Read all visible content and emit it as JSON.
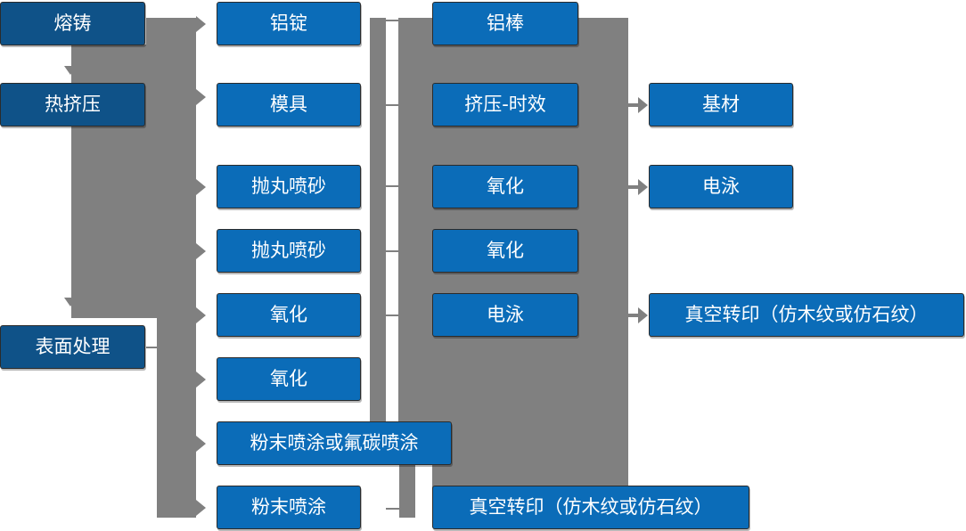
{
  "diagram": {
    "type": "flowchart",
    "title": "",
    "colors": {
      "stage_box": "#0F5288",
      "process_box": "#0B6CB8",
      "connector": "#808080",
      "box_text": "#FFFFFF",
      "background": "#FFFFFF"
    },
    "stages": [
      {
        "id": "stage-1",
        "label": "熔铸"
      },
      {
        "id": "stage-2",
        "label": "热挤压"
      },
      {
        "id": "stage-3",
        "label": "表面处理"
      }
    ],
    "column_materials": [
      {
        "id": "mat-1",
        "label": "铝锭"
      },
      {
        "id": "mat-2",
        "label": "模具"
      },
      {
        "id": "mat-3",
        "label": "抛丸喷砂"
      },
      {
        "id": "mat-4",
        "label": "抛丸喷砂"
      },
      {
        "id": "mat-5",
        "label": "氧化"
      },
      {
        "id": "mat-6",
        "label": "氧化"
      },
      {
        "id": "mat-7",
        "label": "粉末喷涂或氟碳喷涂"
      },
      {
        "id": "mat-8",
        "label": "粉末喷涂"
      }
    ],
    "column_processes": [
      {
        "id": "proc-1",
        "label": "铝棒"
      },
      {
        "id": "proc-2",
        "label": "挤压-时效"
      },
      {
        "id": "proc-3",
        "label": "氧化"
      },
      {
        "id": "proc-4",
        "label": "氧化"
      },
      {
        "id": "proc-5",
        "label": "电泳"
      },
      {
        "id": "proc-6",
        "label": "真空转印（仿木纹或仿石纹）"
      }
    ],
    "column_outputs": [
      {
        "id": "out-1",
        "label": "基材"
      },
      {
        "id": "out-2",
        "label": "电泳"
      },
      {
        "id": "out-3",
        "label": "真空转印（仿木纹或仿石纹）"
      }
    ]
  }
}
